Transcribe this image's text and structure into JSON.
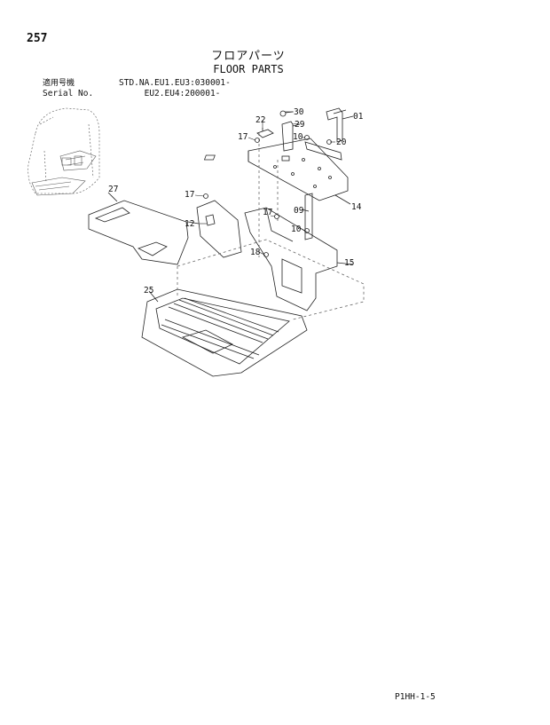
{
  "page": {
    "number": "257",
    "title_jp": "フロアパーツ",
    "title_en": "FLOOR PARTS",
    "footer_code": "P1HH-1-5"
  },
  "applicability": {
    "label_jp": "適用号機",
    "label_en": "Serial No.",
    "line1": "STD.NA.EU1.EU3:030001-",
    "line2": "EU2.EU4:200001-"
  },
  "callouts": [
    {
      "id": "c22",
      "text": "22"
    },
    {
      "id": "c30",
      "text": "30"
    },
    {
      "id": "c29",
      "text": "29"
    },
    {
      "id": "c01",
      "text": "01"
    },
    {
      "id": "c17a",
      "text": "17"
    },
    {
      "id": "c10a",
      "text": "10"
    },
    {
      "id": "c20",
      "text": "20"
    },
    {
      "id": "c27",
      "text": "27"
    },
    {
      "id": "c17b",
      "text": "17"
    },
    {
      "id": "c14",
      "text": "14"
    },
    {
      "id": "c12",
      "text": "12"
    },
    {
      "id": "c17c",
      "text": "17"
    },
    {
      "id": "c09",
      "text": "09"
    },
    {
      "id": "c10b",
      "text": "10"
    },
    {
      "id": "c18",
      "text": "18"
    },
    {
      "id": "c15",
      "text": "15"
    },
    {
      "id": "c25",
      "text": "25"
    }
  ]
}
